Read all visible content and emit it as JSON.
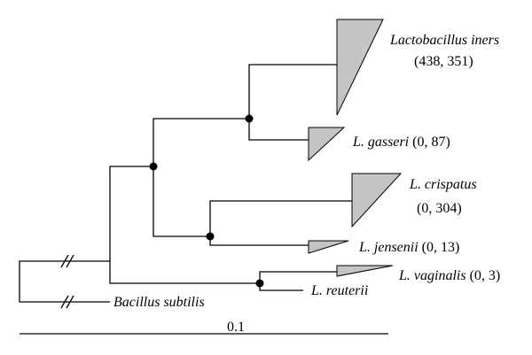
{
  "tree": {
    "taxa": {
      "l_iners": {
        "name": "Lactobacillus iners",
        "counts": "(438, 351)"
      },
      "l_gasseri": {
        "name": "L. gasseri",
        "counts": "(0, 87)"
      },
      "l_crispatus": {
        "name": "L. crispatus",
        "counts": "(0, 304)"
      },
      "l_jensenii": {
        "name": "L. jensenii",
        "counts": "(0, 13)"
      },
      "l_vaginalis": {
        "name": "L. vaginalis",
        "counts": "(0, 3)"
      },
      "l_reuterii": {
        "name": "L. reuterii"
      },
      "b_subtilis": {
        "name": "Bacillus subtilis"
      }
    },
    "scale_bar": {
      "label": "0.1"
    },
    "colors": {
      "clade_fill": "#c4c4c4",
      "line": "#000000",
      "node": "#000000"
    }
  }
}
